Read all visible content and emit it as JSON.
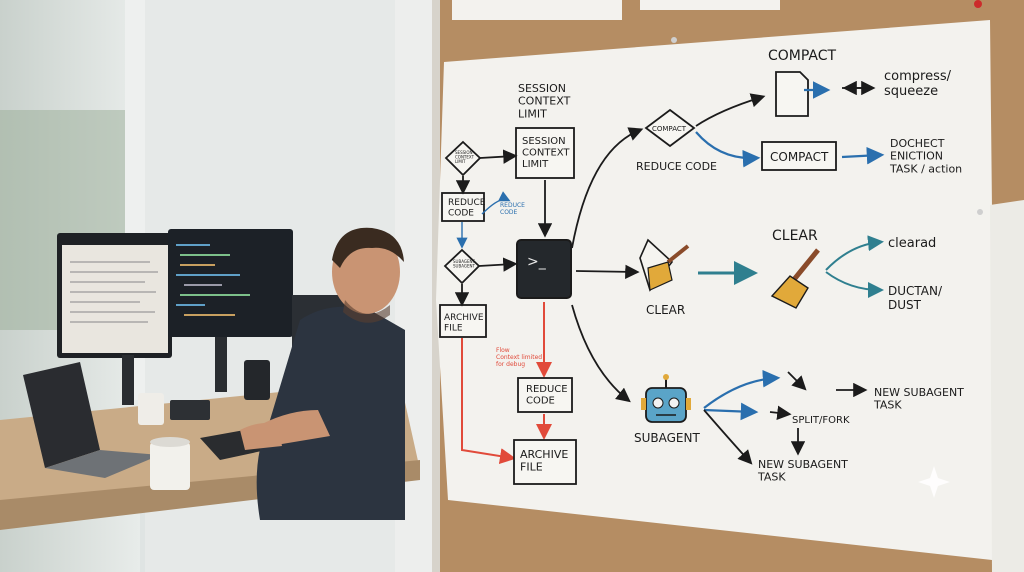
{
  "image": {
    "subject": "man working at desk with monitors next to a corkboard with a hand-drawn flowchart",
    "colors": {
      "board": "#b58d63",
      "paper": "#f3f2ee",
      "ink": "#1b1b1b",
      "blue": "#2a6fae",
      "red": "#e14a3a",
      "teal": "#2f7f8f"
    }
  },
  "diagram": {
    "top_title": "SESSION\nCONTEXT\nLIMIT",
    "session_box": "SESSION\nCONTEXT\nLIMIT",
    "diamond_small_1": "SESSION\nCONTEXT\nLIMIT",
    "reduce_code_left": "REDUCE\nCODE",
    "blue_note": "REDUCE\nCODE",
    "diamond_small_2": "SUBAGENT\nSUBAGENT",
    "archive_left": "ARCHIVE\nFILE",
    "red_note": "Flow\nContext limited\nfor debug",
    "reduce_code_box": "REDUCE\nCODE",
    "archive_box": "ARCHIVE\nFILE",
    "diamond_compact": "COMPACT",
    "reduce_code_label": "REDUCE CODE",
    "compact_title": "COMPACT",
    "compress_label": "compress/\nsqueeze",
    "compact_box": "COMPACT",
    "compact_out": "DOCHECT\nENICTION\nTASK / action",
    "clear_label_1": "CLEAR",
    "clear_title": "CLEAR",
    "clear_out_1": "clearad",
    "clear_out_2": "DUCTAN/\nDUST",
    "subagent_label": "SUBAGENT",
    "split_label": "SPLIT/FORK",
    "new_task_1": "NEW SUBAGENT\nTASK",
    "new_task_2": "NEW SUBAGENT\nTASK"
  }
}
